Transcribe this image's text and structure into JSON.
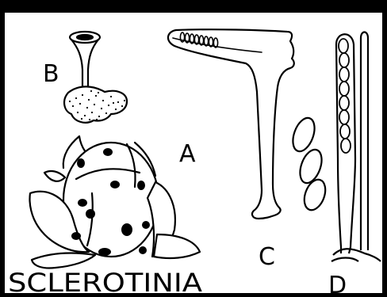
{
  "figure": {
    "title": "SCLEROTINIA",
    "labels": {
      "a": "A",
      "b": "B",
      "c": "C",
      "d": "D"
    }
  },
  "colors": {
    "ink": "#000000",
    "paper": "#ffffff"
  }
}
